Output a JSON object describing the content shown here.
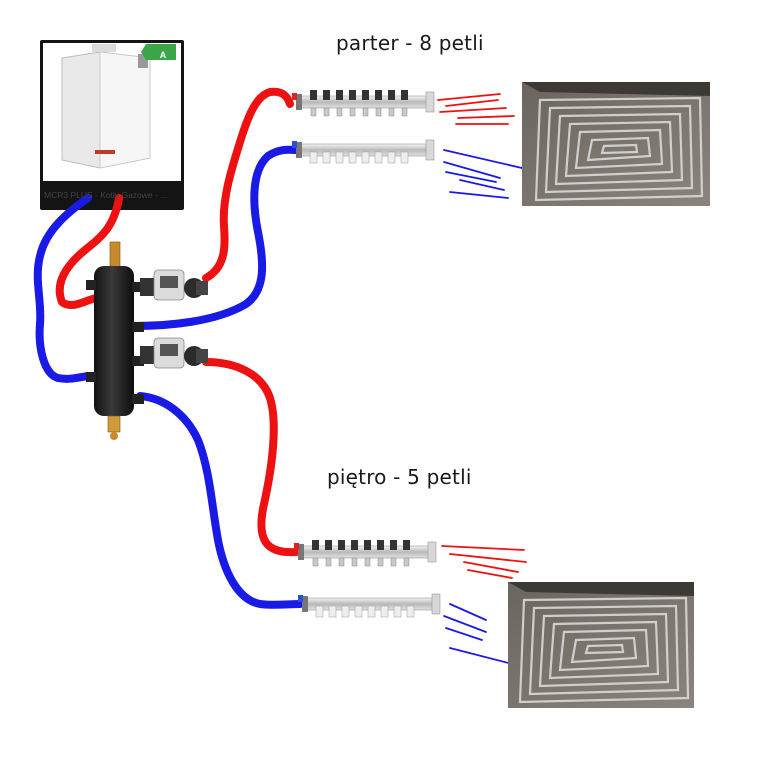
{
  "labels": {
    "ground_floor": "parter - 8 petli",
    "upper_floor": "piętro - 5 petli"
  },
  "boiler": {
    "caption": "MCR3 PLUS - Kotły Gazowe - ...",
    "energy_class": "A"
  },
  "colors": {
    "supply": "#ee1111",
    "return": "#1a1ae6",
    "background": "#ffffff"
  }
}
